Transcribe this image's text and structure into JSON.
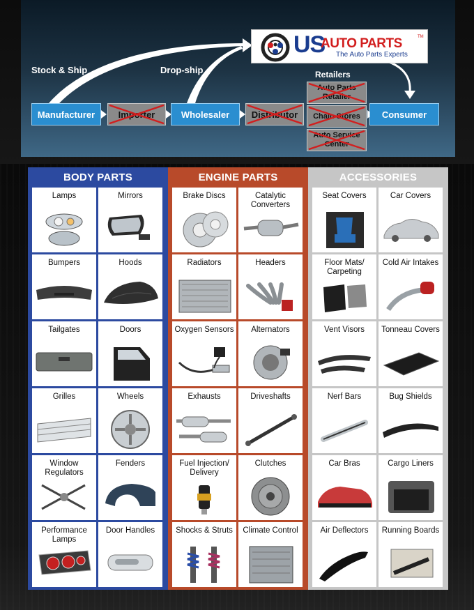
{
  "logo": {
    "brand_us": "US",
    "brand_auto_parts": "AUTO PARTS",
    "trademark": "TM",
    "tagline": "The Auto Parts Experts"
  },
  "flow": {
    "stock_ship_label": "Stock & Ship",
    "drop_ship_label": "Drop-ship",
    "retailers_label": "Retailers",
    "manufacturer": "Manufacturer",
    "importer": "Importer",
    "wholesaler": "Wholesaler",
    "distributor": "Distributor",
    "consumer": "Consumer",
    "retailer_auto_parts": "Auto Parts Retailer",
    "retailer_chain": "Chain Stores",
    "retailer_service": "Auto Service Center"
  },
  "categories": [
    {
      "title": "BODY PARTS",
      "color": "#2c4aa0",
      "items": [
        {
          "label": "Lamps",
          "icon": "headlamp-icon"
        },
        {
          "label": "Mirrors",
          "icon": "mirror-icon"
        },
        {
          "label": "Bumpers",
          "icon": "bumper-icon"
        },
        {
          "label": "Hoods",
          "icon": "hood-icon"
        },
        {
          "label": "Tailgates",
          "icon": "tailgate-icon"
        },
        {
          "label": "Doors",
          "icon": "door-icon"
        },
        {
          "label": "Grilles",
          "icon": "grille-icon"
        },
        {
          "label": "Wheels",
          "icon": "wheel-icon"
        },
        {
          "label": "Window Regulators",
          "icon": "window-regulator-icon"
        },
        {
          "label": "Fenders",
          "icon": "fender-icon"
        },
        {
          "label": "Performance Lamps",
          "icon": "performance-lamp-icon"
        },
        {
          "label": "Door Handles",
          "icon": "door-handle-icon"
        }
      ]
    },
    {
      "title": "ENGINE PARTS",
      "color": "#b84a2a",
      "items": [
        {
          "label": "Brake Discs",
          "icon": "brake-disc-icon"
        },
        {
          "label": "Catalytic Converters",
          "icon": "catalytic-converter-icon"
        },
        {
          "label": "Radiators",
          "icon": "radiator-icon"
        },
        {
          "label": "Headers",
          "icon": "header-icon"
        },
        {
          "label": "Oxygen Sensors",
          "icon": "oxygen-sensor-icon"
        },
        {
          "label": "Alternators",
          "icon": "alternator-icon"
        },
        {
          "label": "Exhausts",
          "icon": "exhaust-icon"
        },
        {
          "label": "Driveshafts",
          "icon": "driveshaft-icon"
        },
        {
          "label": "Fuel Injection/ Delivery",
          "icon": "fuel-injector-icon"
        },
        {
          "label": "Clutches",
          "icon": "clutch-icon"
        },
        {
          "label": "Shocks & Struts",
          "icon": "shock-strut-icon"
        },
        {
          "label": "Climate Control",
          "icon": "condenser-icon"
        }
      ]
    },
    {
      "title": "ACCESSORIES",
      "color": "#c6c6c6",
      "items": [
        {
          "label": "Seat Covers",
          "icon": "seat-cover-icon"
        },
        {
          "label": "Car Covers",
          "icon": "car-cover-icon"
        },
        {
          "label": "Floor Mats/ Carpeting",
          "icon": "floor-mat-icon"
        },
        {
          "label": "Cold Air Intakes",
          "icon": "air-intake-icon"
        },
        {
          "label": "Vent Visors",
          "icon": "vent-visor-icon"
        },
        {
          "label": "Tonneau Covers",
          "icon": "tonneau-cover-icon"
        },
        {
          "label": "Nerf Bars",
          "icon": "nerf-bar-icon"
        },
        {
          "label": "Bug Shields",
          "icon": "bug-shield-icon"
        },
        {
          "label": "Car Bras",
          "icon": "car-bra-icon"
        },
        {
          "label": "Cargo Liners",
          "icon": "cargo-liner-icon"
        },
        {
          "label": "Air Deflectors",
          "icon": "air-deflector-icon"
        },
        {
          "label": "Running Boards",
          "icon": "running-board-icon"
        }
      ]
    }
  ]
}
